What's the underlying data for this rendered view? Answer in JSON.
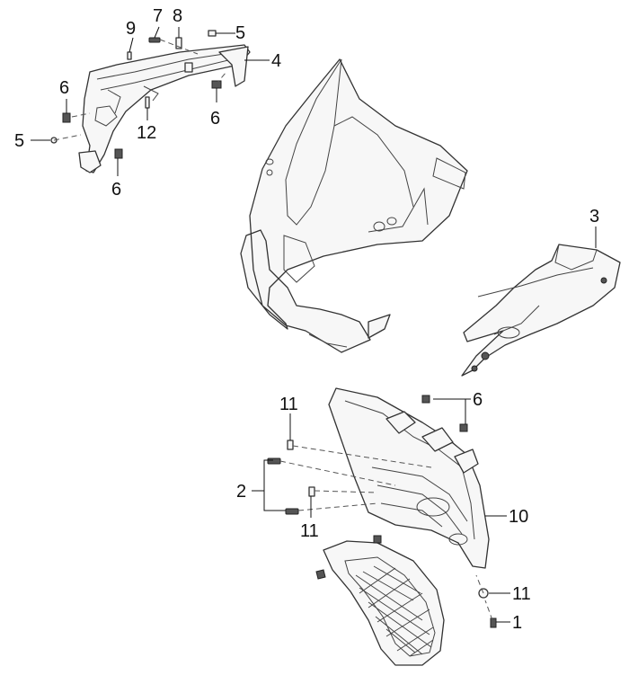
{
  "callouts": {
    "c1": "1",
    "c2": "2",
    "c3": "3",
    "c4": "4",
    "c5a": "5",
    "c5b": "5",
    "c6a": "6",
    "c6b": "6",
    "c6c": "6",
    "c6d": "6",
    "c7": "7",
    "c8": "8",
    "c9": "9",
    "c10": "10",
    "c11a": "11",
    "c11b": "11",
    "c11c": "11",
    "c12": "12"
  }
}
